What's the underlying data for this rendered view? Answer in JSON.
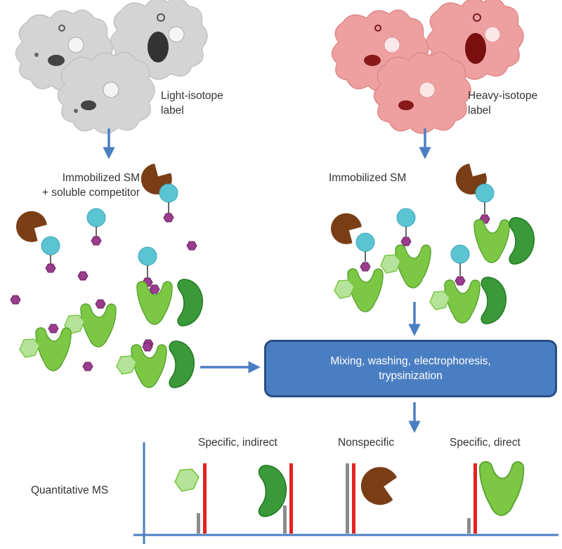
{
  "labels": {
    "light_isotope": [
      "Light-isotope",
      "label"
    ],
    "heavy_isotope": [
      "Heavy-isotope",
      "label"
    ],
    "immobilized_left": [
      "Immobilized SM",
      "+ soluble competitor"
    ],
    "immobilized_right": "Immobilized SM",
    "process_box": [
      "Mixing, washing, electrophoresis,",
      "trypsinization"
    ],
    "quantitative_ms": "Quantitative MS",
    "ms_groups": [
      "Specific, indirect",
      "Nonspecific",
      "Specific, direct"
    ]
  },
  "colors": {
    "arrow": "#4a7ec2",
    "light_cell": "#d4d4d4",
    "heavy_cell": "#eea0a0",
    "protein_green": "#7cc845",
    "partner_dark_green": "#3a9a3a",
    "brown_protein": "#7a3e16",
    "sm_bead": "#5bc4d2",
    "competitor": "#9a3d8c",
    "light_bar": "#8c8c8c",
    "heavy_bar": "#e32222",
    "box_fill": "#4a7ec2",
    "box_border": "#284f82"
  },
  "icons": [
    "cell-icon",
    "bead-icon",
    "competitor-icon",
    "target-protein-icon",
    "partner-protein-icon",
    "nonspecific-protein-icon"
  ]
}
